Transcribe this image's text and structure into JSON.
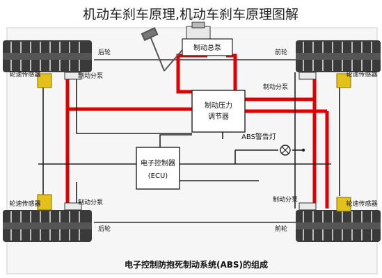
{
  "header": {
    "title": "机动车刹车原理,机动车刹车原理图解"
  },
  "labels": {
    "master_cylinder": "制动总泵",
    "pressure_regulator": [
      "制动压力",
      "调节器"
    ],
    "ecu": [
      "电子控制器",
      "(ECU)"
    ],
    "abs_lamp": "ABS警告灯",
    "caliper": "制动分泵",
    "speed_sensor": "轮速传感器",
    "wheel_rear_left": "后轮",
    "wheel_front_left": "后轮",
    "wheel_front_right": "前轮",
    "wheel_rear_right": "前轮"
  },
  "caption": "电子控制防抱死制动系统(ABS)的组成",
  "colors": {
    "brake_line": "#e00000",
    "wire": "#222222",
    "sensor": "#e2c21a",
    "tire": "#3a3a3a",
    "frame": "#f4f4f4"
  }
}
